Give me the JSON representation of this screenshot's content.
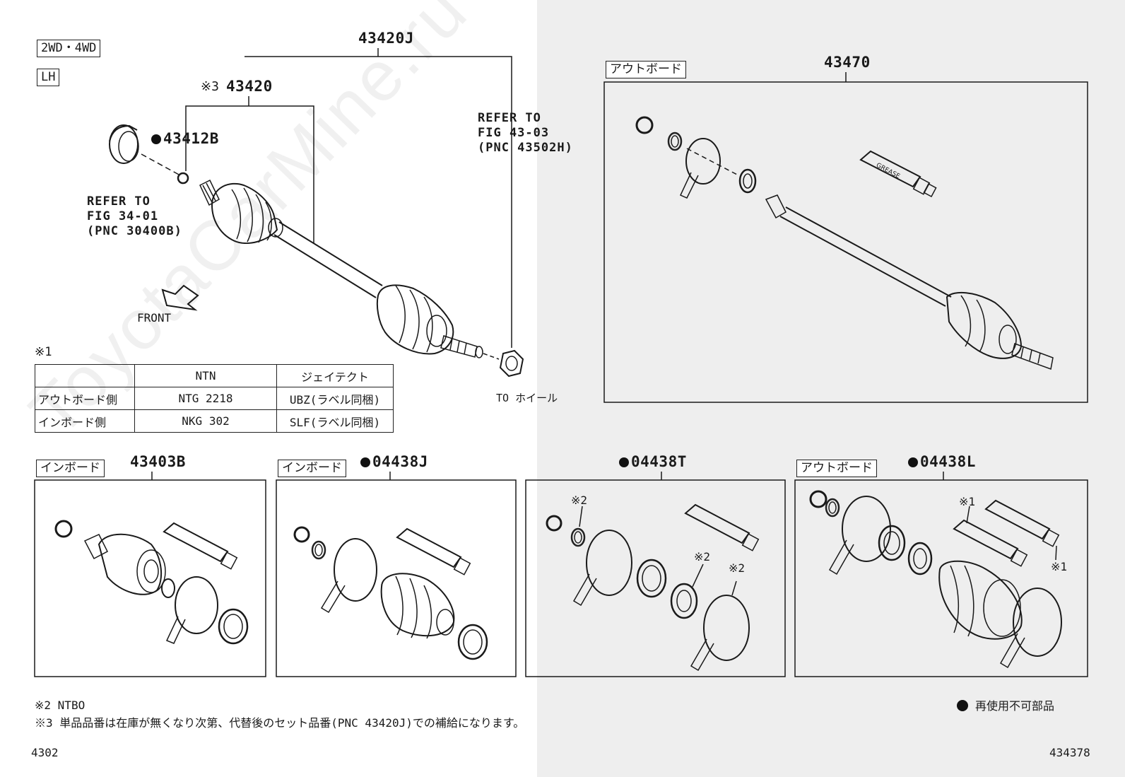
{
  "header": {
    "drive_tag": "2WD・4WD",
    "side_tag": "LH"
  },
  "main_diagram": {
    "assembly_pn": "43420J",
    "shaft_pn": "43420",
    "shaft_note_mark": "※3",
    "bearing_pn": "43412B",
    "refer_bearing": [
      "REFER TO",
      "FIG 34-01",
      "(PNC 30400B)"
    ],
    "refer_hub": [
      "REFER TO",
      "FIG 43-03",
      "(PNC 43502H)"
    ],
    "front_label": "FRONT",
    "to_wheel_label": "TO ホイール"
  },
  "outboard_panel": {
    "label": "アウトボード",
    "pn": "43470",
    "grease_text": "GREASE"
  },
  "note_table": {
    "mark": "※1",
    "headers": [
      "",
      "NTN",
      "ジェイテクト"
    ],
    "rows": [
      [
        "アウトボード側",
        "NTG 2218",
        "UBZ(ラベル同梱)"
      ],
      [
        "インボード側",
        "NKG 302",
        "SLF(ラベル同梱)"
      ]
    ]
  },
  "kits": [
    {
      "label": "インボード",
      "pn": "43403B",
      "non_reusable": false
    },
    {
      "label": "インボード",
      "pn": "04438J",
      "non_reusable": true
    },
    {
      "label": "",
      "pn": "04438T",
      "non_reusable": true,
      "marks": [
        "※2",
        "※2",
        "※2"
      ]
    },
    {
      "label": "アウトボード",
      "pn": "04438L",
      "non_reusable": true,
      "marks": [
        "※1",
        "※1"
      ]
    }
  ],
  "footnotes": {
    "note2": "※2 NTBO",
    "note3": "※3 単品品番は在庫が無くなり次第、代替後のセット品番(PNC 43420J)での補給になります。",
    "legend": "再使用不可部品"
  },
  "footer": {
    "left_code": "4302",
    "right_code": "434378"
  },
  "watermark": "ToyotaCarMine.ru",
  "colors": {
    "line": "#1a1a1a",
    "panel_bg": "#eeeeee",
    "watermark": "#000000"
  }
}
